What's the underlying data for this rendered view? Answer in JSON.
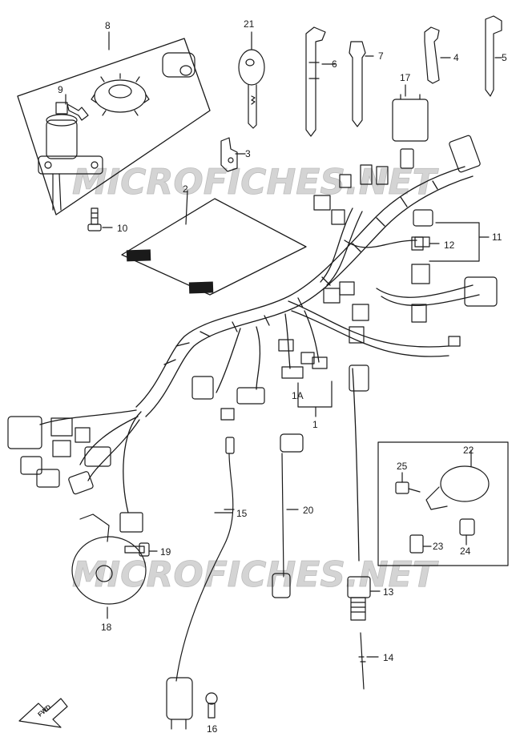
{
  "watermark": "MICROFICHES.NET",
  "fwd": "FWD",
  "callouts": {
    "c1": "1",
    "c1a": "1A",
    "c2": "2",
    "c3": "3",
    "c4": "4",
    "c5": "5",
    "c6": "6",
    "c7": "7",
    "c8": "8",
    "c9": "9",
    "c10": "10",
    "c11": "11",
    "c12": "12",
    "c13": "13",
    "c14": "14",
    "c15": "15",
    "c16": "16",
    "c17": "17",
    "c18": "18",
    "c19": "19",
    "c20": "20",
    "c21": "21",
    "c22": "22",
    "c23": "23",
    "c24": "24",
    "c25": "25"
  },
  "colors": {
    "line": "#1a1a1a",
    "watermark": "#c8c8c8",
    "background": "#ffffff"
  }
}
